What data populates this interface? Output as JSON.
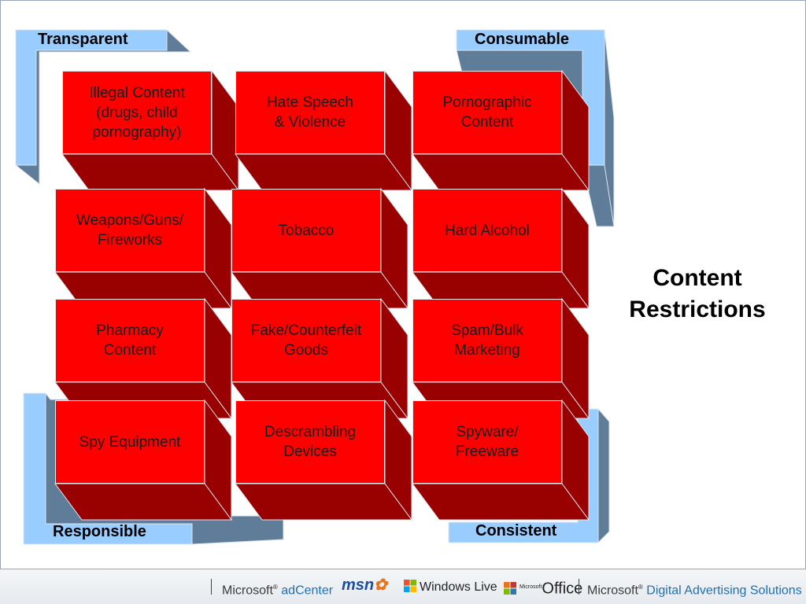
{
  "corners": {
    "top_left": "Transparent",
    "top_right": "Consumable",
    "bottom_left": "Responsible",
    "bottom_right": "Consistent"
  },
  "title": "Content\nRestrictions",
  "bricks": [
    "Illegal Content\n(drugs, child\npornography)",
    "Hate Speech\n& Violence",
    "Pornographic\nContent",
    "Weapons/Guns/\nFireworks",
    "Tobacco",
    "Hard Alcohol",
    "Pharmacy\nContent",
    "Fake/Counterfeit\nGoods",
    "Spam/Bulk\nMarketing",
    "Spy Equipment",
    "Descrambling\nDevices",
    "Spyware/\nFreeware"
  ],
  "footer": {
    "adcenter_brand": "Microsoft",
    "adcenter_product": "adCenter",
    "msn": "msn",
    "windows_live": "Windows Live",
    "office_brand": "Microsoft",
    "office": "Office",
    "das_brand": "Microsoft",
    "das_product": "Digital Advertising Solutions"
  },
  "colors": {
    "brick_front": "#ff0000",
    "brick_side": "#990000",
    "frame_light": "#99ccff",
    "frame_dark": "#5f7c99"
  }
}
